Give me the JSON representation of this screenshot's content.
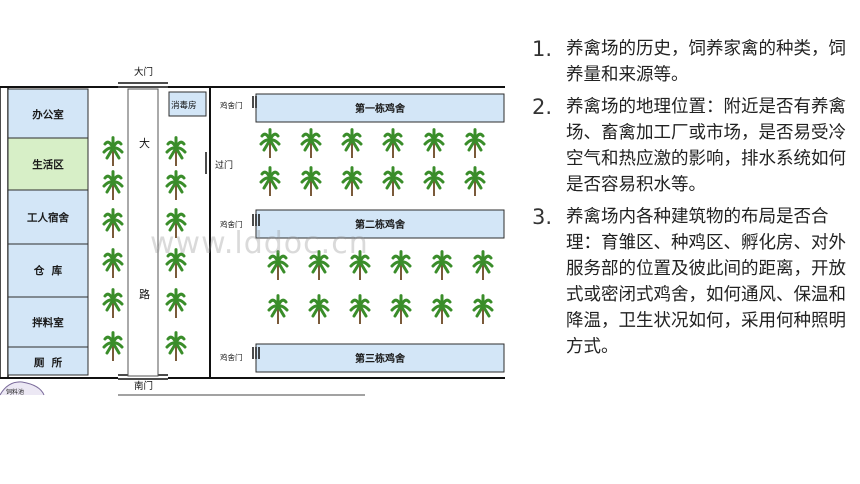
{
  "diagram": {
    "gates": {
      "main": "大门",
      "south": "南门"
    },
    "road": {
      "char1": "大",
      "char2": "路"
    },
    "disinfection": "消毒房",
    "passage": "过门",
    "coop_door": "鸡舍门",
    "left_buildings": [
      "办公室",
      "生活区",
      "工人宿舍",
      "仓  库",
      "拌料室",
      "厕  所"
    ],
    "coops": [
      "第一栋鸡舍",
      "第二栋鸡舍",
      "第三栋鸡舍"
    ],
    "corner_stub": "饲料池",
    "colors": {
      "building_fill": "#d3e6f7",
      "living_fill": "#d7efc7",
      "border": "#1a1a1a",
      "tree": "#3a8d2a"
    }
  },
  "watermark": "www.lddoc.cn",
  "notes": [
    {
      "num": "1.",
      "text": "养禽场的历史，饲养家禽的种类，饲养量和来源等。"
    },
    {
      "num": "2.",
      "text": "养禽场的地理位置：附近是否有养禽场、畜禽加工厂或市场，是否易受冷空气和热应激的影响，排水系统如何是否容易积水等。"
    },
    {
      "num": "3.",
      "text": "养禽场内各种建筑物的布局是否合理：育雏区、种鸡区、孵化房、对外服务部的位置及彼此间的距离，开放式或密闭式鸡舍，如何通风、保温和降温，卫生状况如何，采用何种照明方式。"
    }
  ]
}
